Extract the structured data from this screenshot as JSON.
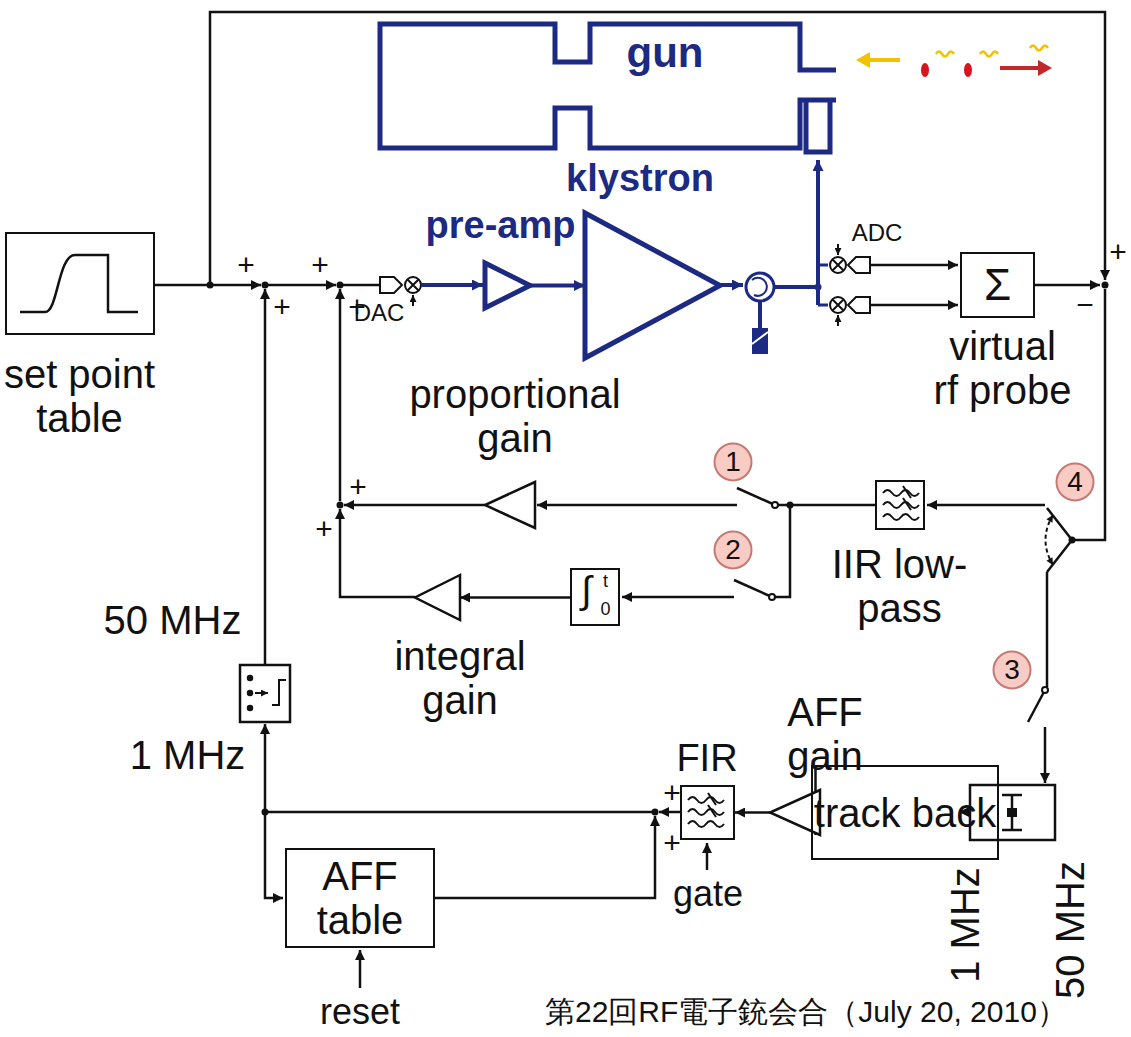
{
  "diagram": {
    "caption": "第22回RF電子銃会合（July 20, 2010）",
    "nodes": [
      {
        "text": [
          "set point table"
        ]
      },
      {
        "text": [
          "gun"
        ]
      },
      {
        "text": [
          "pre-amp"
        ]
      },
      {
        "text": [
          "klystron"
        ]
      },
      {
        "text": [
          "Σ",
          "virtual rf probe"
        ]
      },
      {
        "text": [
          "proportional gain"
        ]
      },
      {
        "text": [
          "1"
        ]
      },
      {
        "text": [
          "IIR low-pass"
        ]
      },
      {
        "text": [
          "4"
        ]
      },
      {
        "text": [
          "2"
        ]
      },
      {
        "text": [
          "∫",
          "t",
          "0"
        ]
      },
      {
        "text": [
          "integral gain"
        ]
      },
      {
        "text": [
          "3"
        ]
      },
      {
        "text": [
          "FIR"
        ]
      },
      {
        "text": [
          "AFF gain"
        ]
      },
      {
        "text": [
          "track back"
        ]
      },
      {
        "text": [
          "AFF table"
        ]
      }
    ],
    "edges": [
      {
        "from": 2,
        "to": 3,
        "arrow": "to"
      },
      {
        "from": 10,
        "to": 11,
        "arrow": "to"
      },
      {
        "from": 15,
        "to": 14,
        "arrow": "to"
      },
      {
        "from": 14,
        "to": 13,
        "arrow": "to"
      }
    ],
    "labels": [
      "+",
      "+",
      "+",
      "+",
      "DAC",
      "ADC",
      "+",
      "−",
      "+",
      "+",
      "50 MHz",
      "1 MHz",
      "+",
      "+",
      "gate",
      "reset",
      "1 MHz",
      "50 MHz"
    ]
  }
}
